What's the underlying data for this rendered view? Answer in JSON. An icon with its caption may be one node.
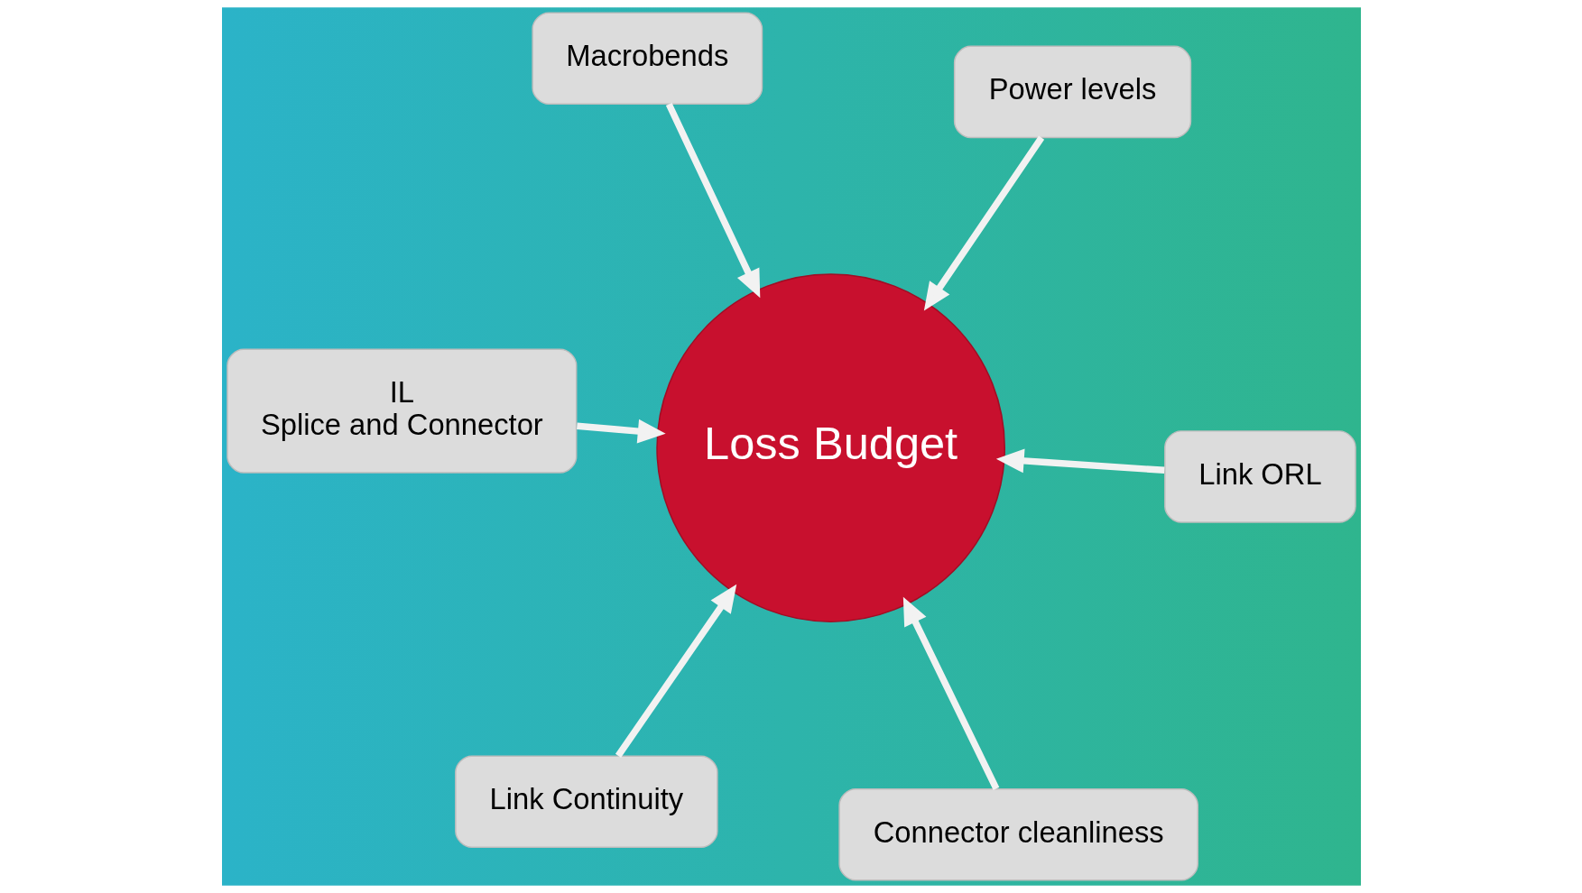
{
  "diagram": {
    "nodes": [
      {
        "text": [
          "IL",
          "Splice and Connector"
        ]
      },
      {
        "text": [
          "Link ORL"
        ]
      },
      {
        "text": [
          "Connector cleanliness"
        ]
      },
      {
        "text": [
          "Macrobends"
        ]
      },
      {
        "text": [
          "Loss Budget"
        ]
      },
      {
        "text": [
          "Power levels"
        ]
      },
      {
        "text": [
          "Link Continuity"
        ]
      }
    ],
    "edges": [
      {
        "from": 0,
        "to": 4,
        "arrow": "to"
      },
      {
        "from": 1,
        "to": 4,
        "arrow": "to"
      },
      {
        "from": 3,
        "to": 4,
        "arrow": "to"
      },
      {
        "from": 2,
        "to": 4,
        "arrow": "to"
      },
      {
        "from": 5,
        "to": 4,
        "arrow": "to"
      },
      {
        "from": 6,
        "to": 4,
        "arrow": "to"
      }
    ]
  }
}
